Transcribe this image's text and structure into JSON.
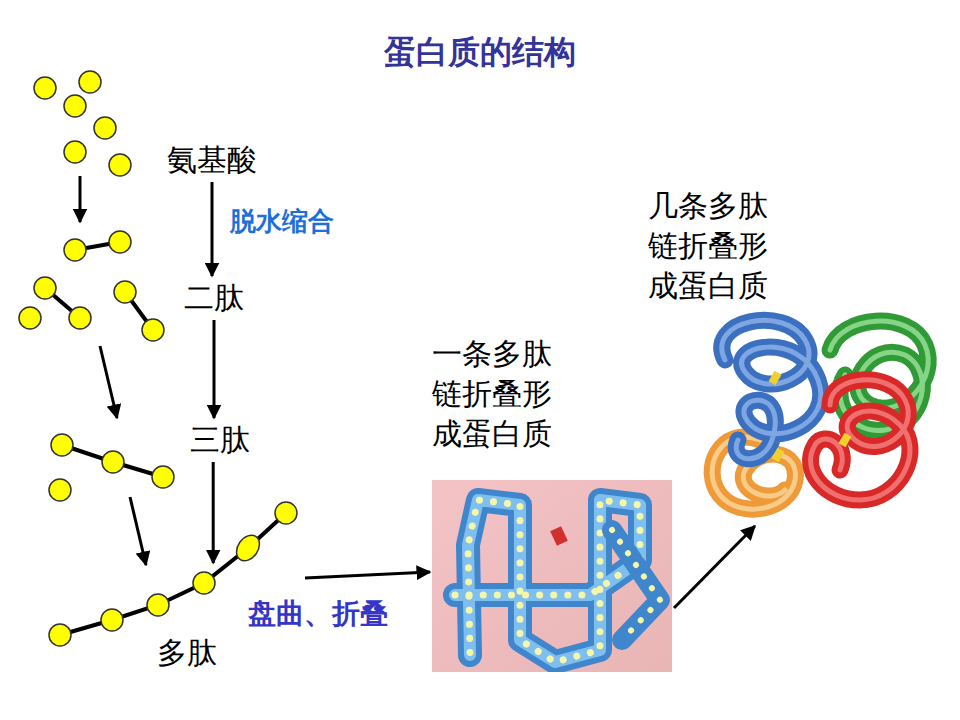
{
  "diagram": {
    "title": "蛋白质的结构",
    "nodes": [
      {
        "text": [
          "氨基酸"
        ]
      },
      {
        "text": [
          "二肽"
        ]
      },
      {
        "text": [
          "三肽"
        ]
      },
      {
        "text": [
          "多肽"
        ]
      },
      {
        "text": [
          "一条多肽链折叠形成蛋白质"
        ]
      },
      {
        "text": [
          "几条多肽链折叠形成蛋白质"
        ]
      }
    ],
    "edges": [
      {
        "from": 0,
        "to": 1,
        "arrow": "to",
        "label": "脱水缩合"
      },
      {
        "from": 1,
        "to": 2,
        "arrow": "to"
      },
      {
        "from": 2,
        "to": 3,
        "arrow": "to"
      },
      {
        "from": 3,
        "to": 4,
        "arrow": "to",
        "label": "盘曲、折叠"
      },
      {
        "from": 4,
        "to": 5,
        "arrow": "to"
      }
    ]
  }
}
